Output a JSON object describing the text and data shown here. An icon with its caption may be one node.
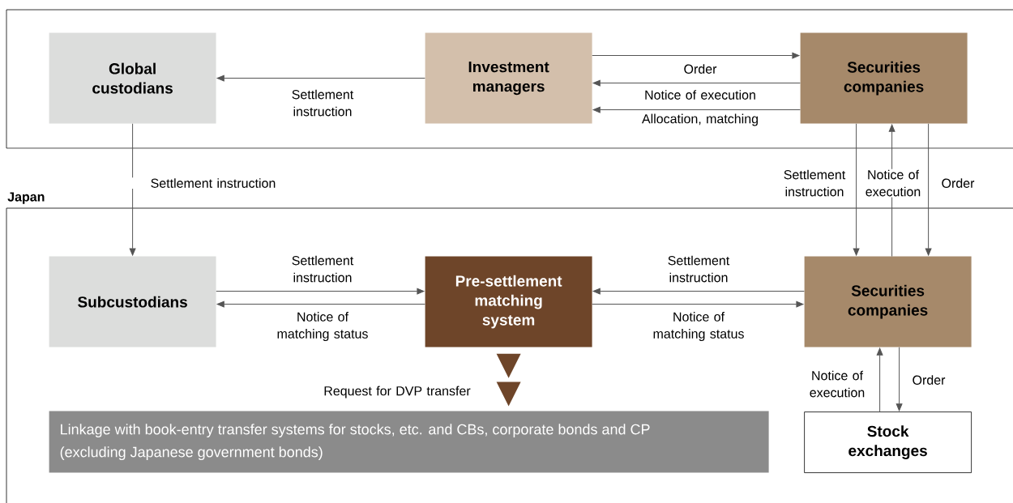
{
  "diagram": {
    "nodes": [
      {
        "text": [],
        "shape": "box"
      },
      {
        "text": [
          "Japan"
        ]
      },
      {
        "text": [
          "Global custodians"
        ],
        "in": 0
      },
      {
        "text": [
          "Investment managers"
        ],
        "in": 0
      },
      {
        "text": [
          "Securities companies"
        ],
        "in": 0
      },
      {
        "text": [
          "Subcustodians"
        ],
        "in": 1
      },
      {
        "text": [
          "Pre-settlement matching system"
        ],
        "in": 1
      },
      {
        "text": [
          "Securities companies"
        ],
        "in": 1
      },
      {
        "text": [
          "Linkage with book-entry transfer systems for stocks, etc. and CBs, corporate bonds and CP (excluding Japanese government bonds)"
        ],
        "in": 1
      },
      {
        "text": [
          "Stock exchanges"
        ],
        "in": 1
      }
    ],
    "edges": [
      {
        "from": 3,
        "to": 2,
        "arrow": "to",
        "label": "Settlement instruction"
      },
      {
        "from": 3,
        "to": 4,
        "arrow": "to",
        "label": "Order"
      },
      {
        "from": 4,
        "to": 3,
        "arrow": "to",
        "label": "Notice of execution"
      },
      {
        "from": 4,
        "to": 3,
        "arrow": "to",
        "label": "Allocation, matching"
      },
      {
        "from": 2,
        "to": 5,
        "arrow": "to",
        "label": "Settlement instruction"
      },
      {
        "from": 5,
        "to": 6,
        "arrow": "to",
        "label": "Settlement instruction"
      },
      {
        "from": 6,
        "to": 5,
        "arrow": "to",
        "label": "Notice of matching status"
      },
      {
        "from": 7,
        "to": 6,
        "arrow": "to",
        "label": "Settlement instruction"
      },
      {
        "from": 6,
        "to": 7,
        "arrow": "to",
        "label": "Notice of matching status"
      },
      {
        "from": 4,
        "to": 7,
        "arrow": "to",
        "label": "Settlement instruction"
      },
      {
        "from": 7,
        "to": 4,
        "arrow": "to",
        "label": "Notice of execution"
      },
      {
        "from": 4,
        "to": 7,
        "arrow": "to",
        "label": "Order"
      },
      {
        "from": 9,
        "to": 7,
        "arrow": "to",
        "label": "Notice of execution"
      },
      {
        "from": 7,
        "to": 9,
        "arrow": "to",
        "label": "Order"
      },
      {
        "from": 6,
        "to": 8,
        "arrow": "to",
        "label": "Request for DVP transfer"
      }
    ]
  }
}
